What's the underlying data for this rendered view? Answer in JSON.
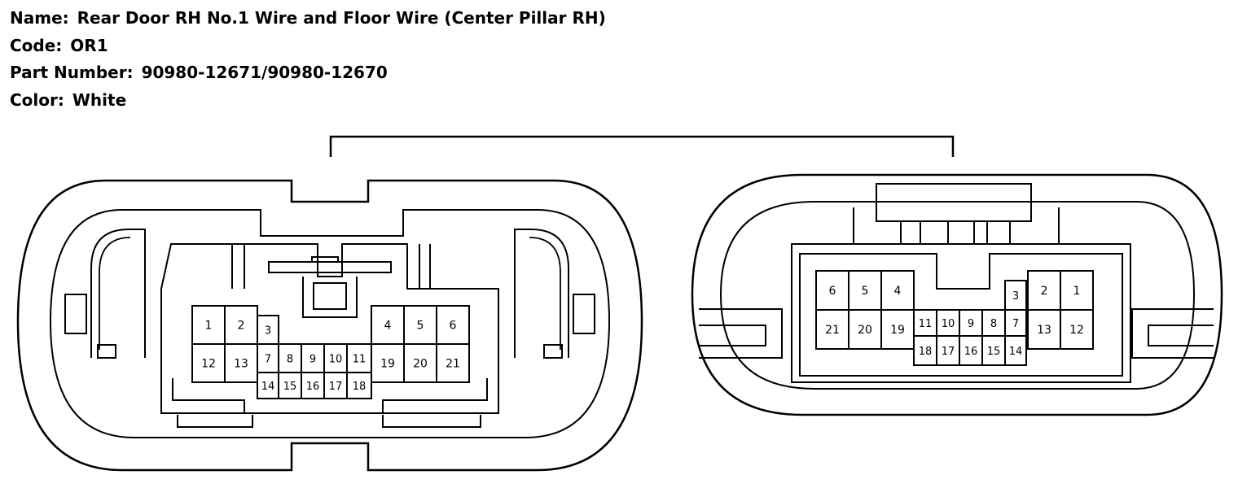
{
  "info": {
    "name_label": "Name:",
    "name_value": "Rear Door RH No.1 Wire and Floor Wire (Center Pillar RH)",
    "code_label": "Code:",
    "code_value": "OR1",
    "part_label": "Part Number:",
    "part_value": "90980-12671/90980-12670",
    "color_label": "Color:",
    "color_value": "White"
  },
  "left_connector": {
    "pins": [
      "1",
      "2",
      "3",
      "4",
      "5",
      "6",
      "12",
      "13",
      "7",
      "8",
      "9",
      "10",
      "11",
      "19",
      "20",
      "21",
      "14",
      "15",
      "16",
      "17",
      "18"
    ]
  },
  "right_connector": {
    "pins": [
      "6",
      "5",
      "4",
      "3",
      "2",
      "1",
      "21",
      "20",
      "19",
      "11",
      "10",
      "9",
      "8",
      "7",
      "13",
      "12",
      "18",
      "17",
      "16",
      "15",
      "14"
    ]
  },
  "colors": {
    "line": "#000000",
    "background": "#ffffff"
  }
}
